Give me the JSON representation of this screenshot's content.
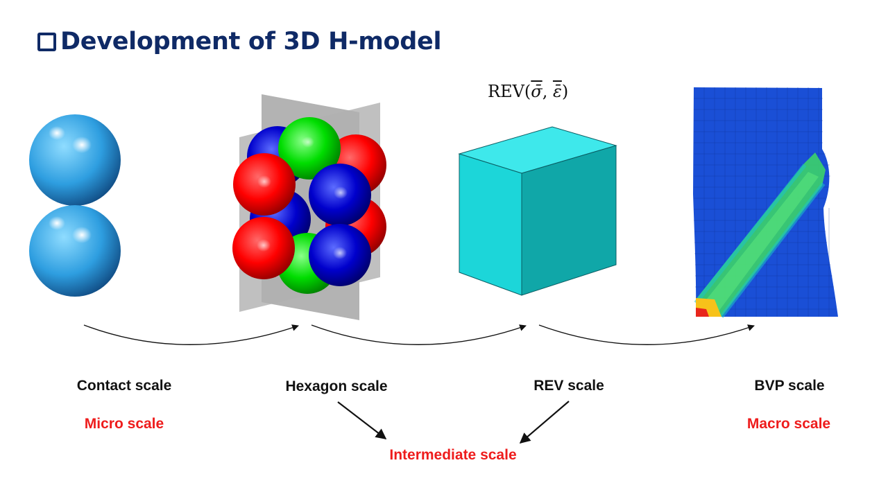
{
  "title": "Development of 3D H-model",
  "rev_text": {
    "prefix": "REV(",
    "sigma": "σ̄",
    "separator": ", ",
    "epsilon": "ε̄",
    "suffix": ")"
  },
  "scales": {
    "contact": {
      "name": "Contact scale",
      "category": "Micro scale"
    },
    "hexagon": {
      "name": "Hexagon scale"
    },
    "rev": {
      "name": "REV scale"
    },
    "bvp": {
      "name": "BVP scale",
      "category": "Macro scale"
    },
    "intermediate": "Intermediate scale"
  },
  "colors": {
    "title": "#0f2a66",
    "category_text": "#ee1c1c",
    "sphere_light_blue": "#2e9ee0",
    "particle_red": "#ff0000",
    "particle_green": "#00dd00",
    "particle_blue": "#0000cc",
    "plane_gray": "#a6a6a6",
    "cube": "#1cd6d9",
    "mesh_base": "#1a4fd6",
    "shear_band": "#3cd26a"
  },
  "icons": [
    "checkbox-bullet-icon"
  ]
}
